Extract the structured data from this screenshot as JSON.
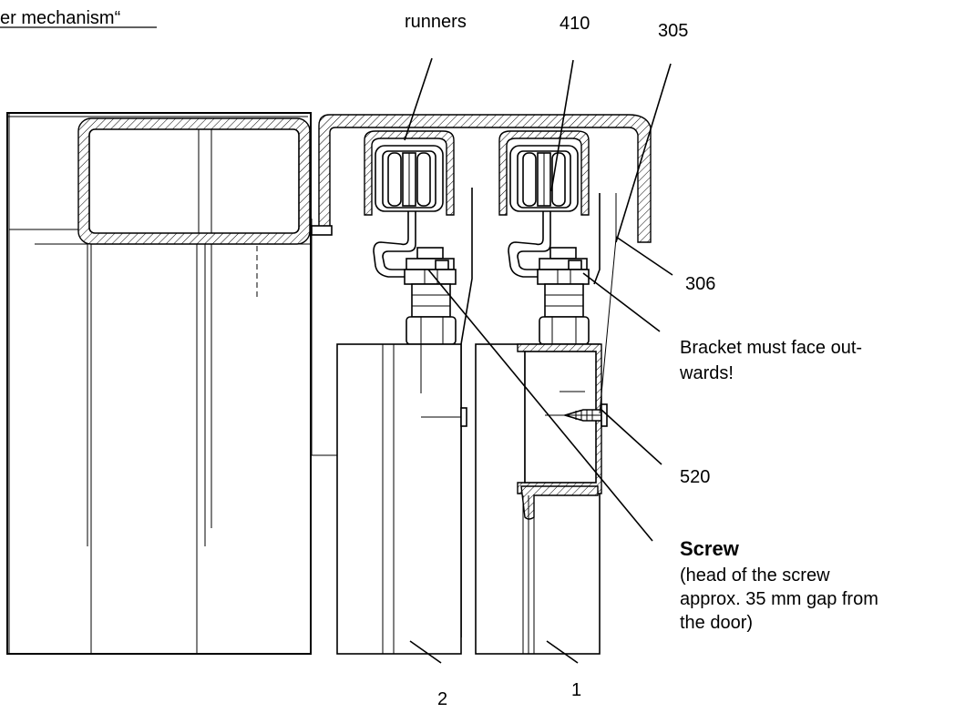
{
  "header": {
    "caption": "er mechanism“"
  },
  "labels": {
    "runners": "runners",
    "l410": "410",
    "l305": "305",
    "l306": "306",
    "bracket_line1": "Bracket must face out-",
    "bracket_line2": "wards!",
    "l520": "520",
    "screw_title": "Screw",
    "screw_line1": "(head of the screw",
    "screw_line2": "approx. 35 mm gap from",
    "screw_line3": "the door)",
    "door2": "2",
    "door1": "1"
  }
}
